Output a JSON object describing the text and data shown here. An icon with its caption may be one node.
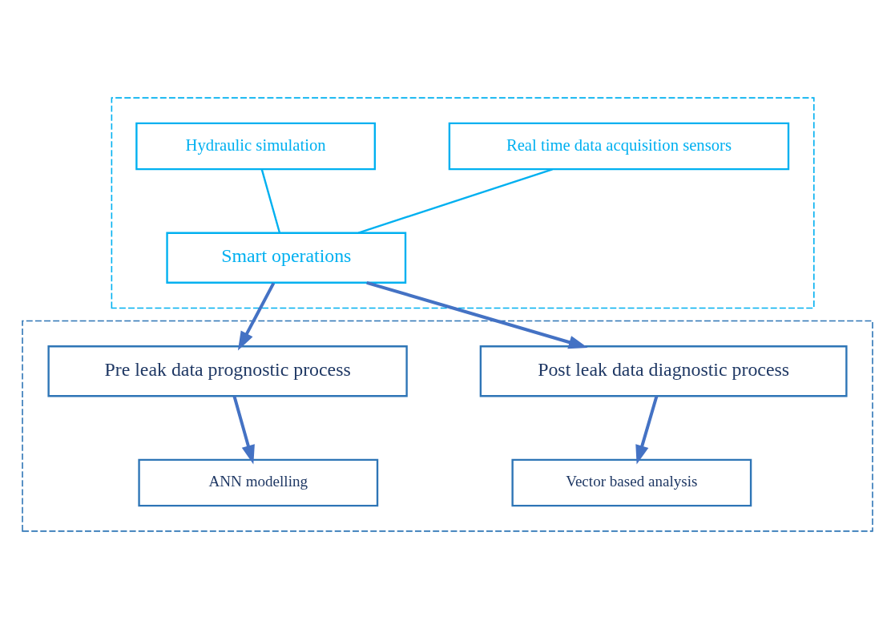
{
  "diagram": {
    "nodes": [
      {
        "text": [],
        "shape": "box"
      },
      {
        "text": [
          "Hydraulic simulation"
        ],
        "in": 0
      },
      {
        "text": [
          "Real time data acquisition sensors"
        ],
        "in": 0
      },
      {
        "text": [
          "Smart operations"
        ],
        "in": 0
      },
      {
        "text": [],
        "shape": "box"
      },
      {
        "text": [
          "Pre leak data prognostic process"
        ],
        "in": 4
      },
      {
        "text": [
          "Post leak data diagnostic process"
        ],
        "in": 4
      },
      {
        "text": [
          "ANN modelling"
        ],
        "in": 4
      },
      {
        "text": [
          "Vector based analysis"
        ],
        "in": 4
      }
    ],
    "edges": [
      {
        "from": 1,
        "to": 3,
        "arrow": "none",
        "color": "#00b0f0"
      },
      {
        "from": 2,
        "to": 3,
        "arrow": "none",
        "color": "#00b0f0"
      },
      {
        "from": 3,
        "to": 5,
        "arrow": "to"
      },
      {
        "from": 3,
        "to": 6,
        "arrow": "to"
      },
      {
        "from": 5,
        "to": 7,
        "arrow": "to"
      },
      {
        "from": 6,
        "to": 8,
        "arrow": "to"
      }
    ]
  }
}
